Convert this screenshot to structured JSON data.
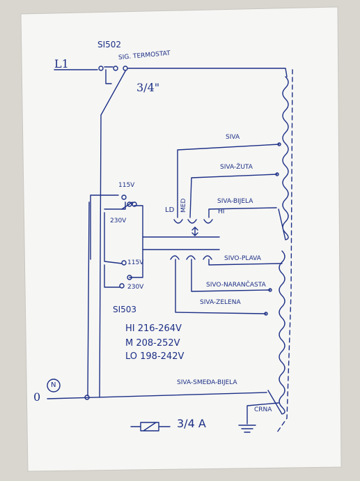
{
  "labels": {
    "l1": "L1",
    "switch_502": "SI502",
    "thermostat": "SIG. TERMOSTAT",
    "fuse_top": "3/4\"",
    "siva": "SIVA",
    "siva_zuta": "SIVA-ŽUTA",
    "siva_bijela": "SIVA-BIJELA",
    "ld": "LD",
    "med": "MED",
    "hi_small": "HI",
    "v115_top": "115V",
    "v230_top": "230V",
    "v115_bottom": "115V",
    "v230_bottom": "230V",
    "sivo_plava": "SIVO-PLAVA",
    "sivo_narancasta": "SIVO-NARANČASTA",
    "siva_zelena": "SIVA-ZELENA",
    "switch_503": "SI503",
    "hi_range": "HI  216-264V",
    "m_range": "M   208-252V",
    "lo_range": "LO  198-242V",
    "siva_smeda_bijela": "SIVA-SMEĐA-BIJELA",
    "neutral_letter": "0",
    "neutral_mark": "N",
    "crna": "CRNA",
    "fuse_bottom": "3/4 A"
  },
  "colors": {
    "ink": "#1c2f86",
    "paper": "#f6f6f4",
    "background": "#d9d6d0"
  }
}
